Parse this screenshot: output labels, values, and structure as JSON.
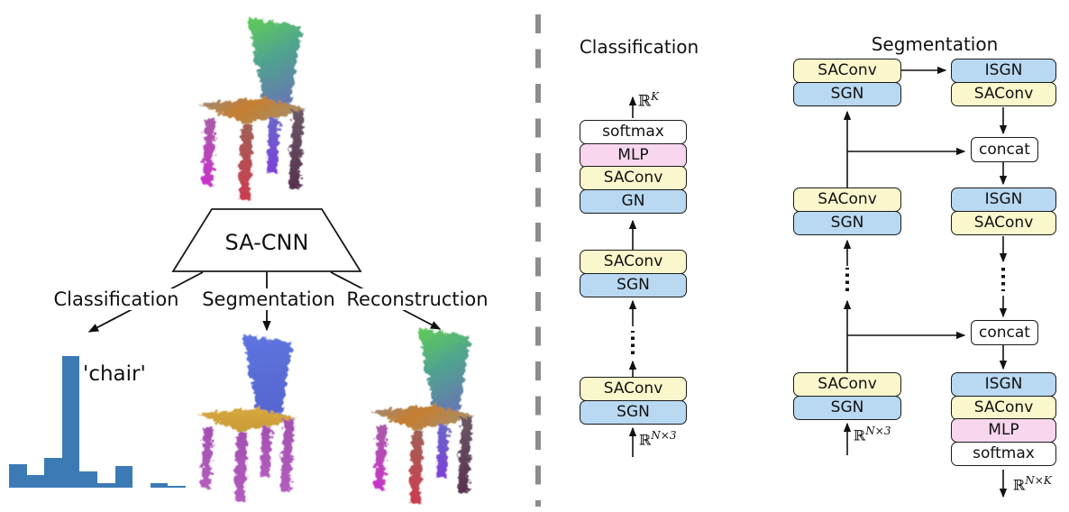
{
  "figure": {
    "description": "SA-CNN overview figure: point-cloud chair input processed by SA-CNN into three tasks, with Classification and Segmentation network architectures on the right"
  },
  "left_panel": {
    "model_label": "SA-CNN",
    "branches": [
      {
        "label": "Classification"
      },
      {
        "label": "Segmentation"
      },
      {
        "label": "Reconstruction"
      }
    ],
    "histogram_caption": "'chair'",
    "segmented_chair_colors": {
      "back": "#5B6FD8",
      "seat": "#D2A23B",
      "legs": "#A952B5"
    }
  },
  "chart_data": {
    "type": "bar",
    "title": "",
    "xlabel": "",
    "ylabel": "",
    "categories": [
      "",
      "",
      "",
      "",
      "",
      "",
      "",
      "",
      "",
      ""
    ],
    "values": [
      26,
      14,
      33,
      146,
      18,
      5,
      24,
      0,
      5,
      2
    ],
    "ylim": [
      0,
      152
    ],
    "grid": false,
    "legend": "none",
    "annotation": "'chair' next to tallest bar",
    "bar_color": "#3C7AB6"
  },
  "classification": {
    "title": "Classification",
    "output": {
      "base": "ℝ",
      "sup": "K"
    },
    "head_blocks": [
      {
        "label": "softmax"
      },
      {
        "label": "MLP"
      },
      {
        "label": "SAConv"
      },
      {
        "label": "GN"
      }
    ],
    "mid_blocks": [
      {
        "label": "SAConv"
      },
      {
        "label": "SGN"
      }
    ],
    "input_blocks": [
      {
        "label": "SAConv"
      },
      {
        "label": "SGN"
      }
    ],
    "input": {
      "base": "ℝ",
      "sup": "N×3"
    }
  },
  "segmentation": {
    "title": "Segmentation",
    "encoder_pairs": [
      {
        "top": "SAConv",
        "bottom": "SGN"
      },
      {
        "top": "SAConv",
        "bottom": "SGN"
      },
      {
        "top": "SAConv",
        "bottom": "SGN"
      }
    ],
    "decoder_pair1": {
      "top": "ISGN",
      "bottom": "SAConv"
    },
    "decoder_pair2": {
      "top": "ISGN",
      "bottom": "SAConv"
    },
    "concat1": "concat",
    "concat2": "concat",
    "output_stack": [
      {
        "label": "ISGN"
      },
      {
        "label": "SAConv"
      },
      {
        "label": "MLP"
      },
      {
        "label": "softmax"
      }
    ],
    "input": {
      "base": "ℝ",
      "sup": "N×3"
    },
    "output": {
      "base": "ℝ",
      "sup": "N×K"
    }
  },
  "colors": {
    "saconv_yellow": "#FBF7CD",
    "sgn_blue": "#B9D8F1",
    "mlp_pink": "#F8D7EE",
    "softmax_white": "#FFFFFF",
    "histogram_blue": "#3C7AB6",
    "divider_gray": "#8C8C8C",
    "line_black": "#111111"
  }
}
